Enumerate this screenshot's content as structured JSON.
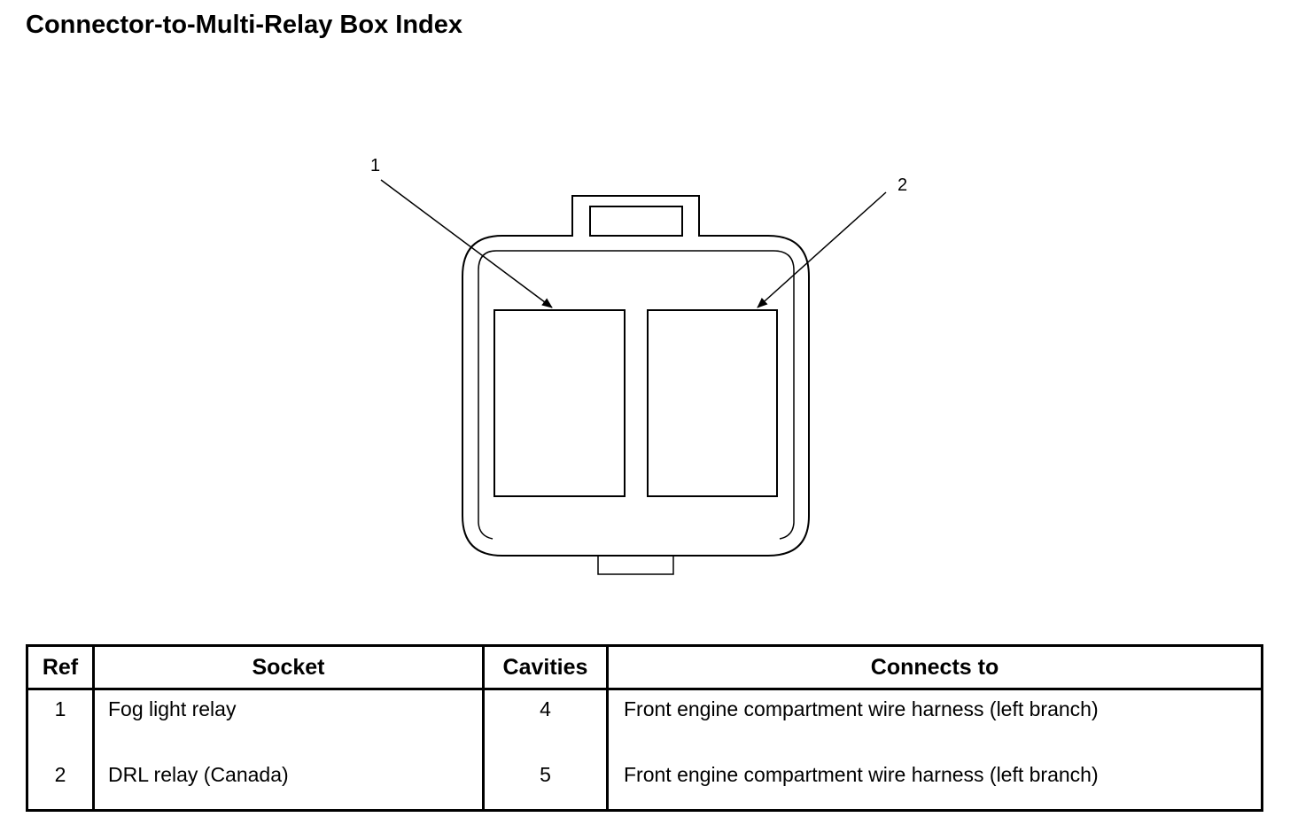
{
  "title": "Connector-to-Multi-Relay Box Index",
  "diagram": {
    "callouts": [
      {
        "ref": "1"
      },
      {
        "ref": "2"
      }
    ]
  },
  "table": {
    "headers": {
      "ref": "Ref",
      "socket": "Socket",
      "cavities": "Cavities",
      "connects_to": "Connects to"
    },
    "rows": [
      {
        "ref": "1",
        "socket": "Fog light relay",
        "cavities": "4",
        "connects_to": "Front engine compartment wire harness (left branch)"
      },
      {
        "ref": "2",
        "socket": "DRL relay (Canada)",
        "cavities": "5",
        "connects_to": "Front engine compartment wire harness (left branch)"
      }
    ]
  }
}
